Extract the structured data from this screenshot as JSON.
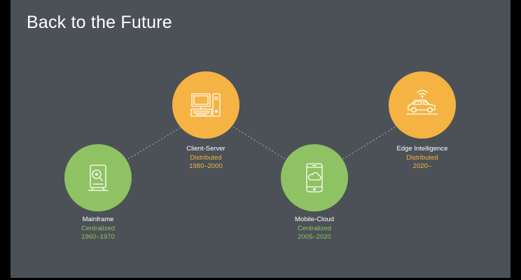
{
  "slide": {
    "title": "Back to the Future"
  },
  "eras": [
    {
      "name": "Mainframe",
      "model": "Centralized",
      "period": "1960–1970",
      "icon": "server-disk-icon",
      "color": "#8ec263"
    },
    {
      "name": "Client-Server",
      "model": "Distributed",
      "period": "1980–2000",
      "icon": "desktop-computer-icon",
      "color": "#f5b343"
    },
    {
      "name": "Mobile-Cloud",
      "model": "Centralized",
      "period": "2005–2020",
      "icon": "smartphone-cloud-icon",
      "color": "#8ec263"
    },
    {
      "name": "Edge Intelligence",
      "model": "Distributed",
      "period": "2020–",
      "icon": "connected-car-icon",
      "color": "#f5b343"
    }
  ],
  "colors": {
    "background": "#4b5157",
    "centralized": "#8ec263",
    "distributed": "#f5b343",
    "connector": "#9aa0a6"
  }
}
